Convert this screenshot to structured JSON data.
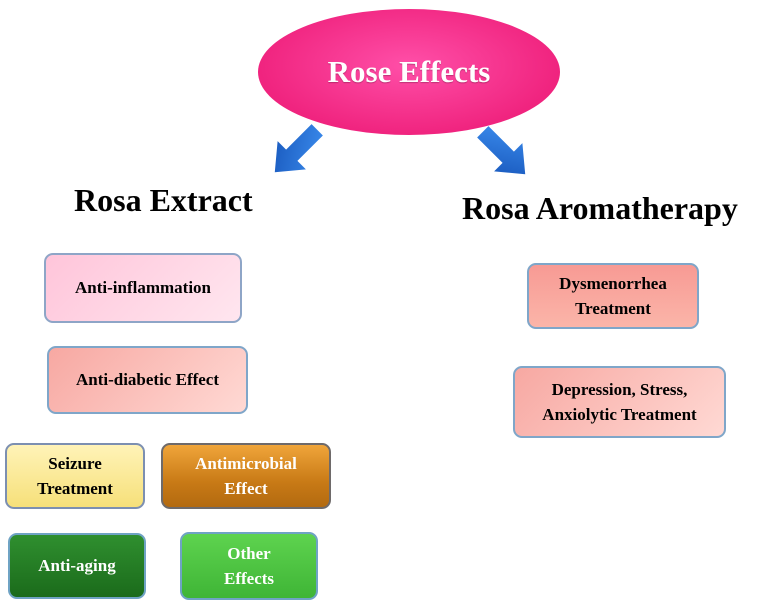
{
  "root": {
    "label": "Rose Effects"
  },
  "branches": {
    "extract": {
      "heading": "Rosa Extract",
      "items": [
        {
          "line1": "Anti-inflammation",
          "line2": ""
        },
        {
          "line1": "Anti-diabetic Effect",
          "line2": ""
        },
        {
          "line1": "Seizure",
          "line2": "Treatment"
        },
        {
          "line1": "Antimicrobial",
          "line2": "Effect"
        },
        {
          "line1": "Anti-aging",
          "line2": ""
        },
        {
          "line1": "Other",
          "line2": "Effects"
        }
      ]
    },
    "aromatherapy": {
      "heading": "Rosa Aromatherapy",
      "items": [
        {
          "line1": "Dysmenorrhea",
          "line2": "Treatment"
        },
        {
          "line1": "Depression, Stress,",
          "line2": "Anxiolytic Treatment"
        }
      ]
    }
  },
  "colors": {
    "root": "#f0247f",
    "arrow": "#1e6fd6",
    "anti_inflammation": "#ffc5da",
    "anti_diabetic": "#f7a8a2",
    "seizure": "#f6e07a",
    "antimicrobial": "#c87a16",
    "anti_aging": "#1b6b1b",
    "other_effects": "#3fb536",
    "dysmenorrhea": "#f79a94",
    "depression": "#ffd9d4"
  }
}
